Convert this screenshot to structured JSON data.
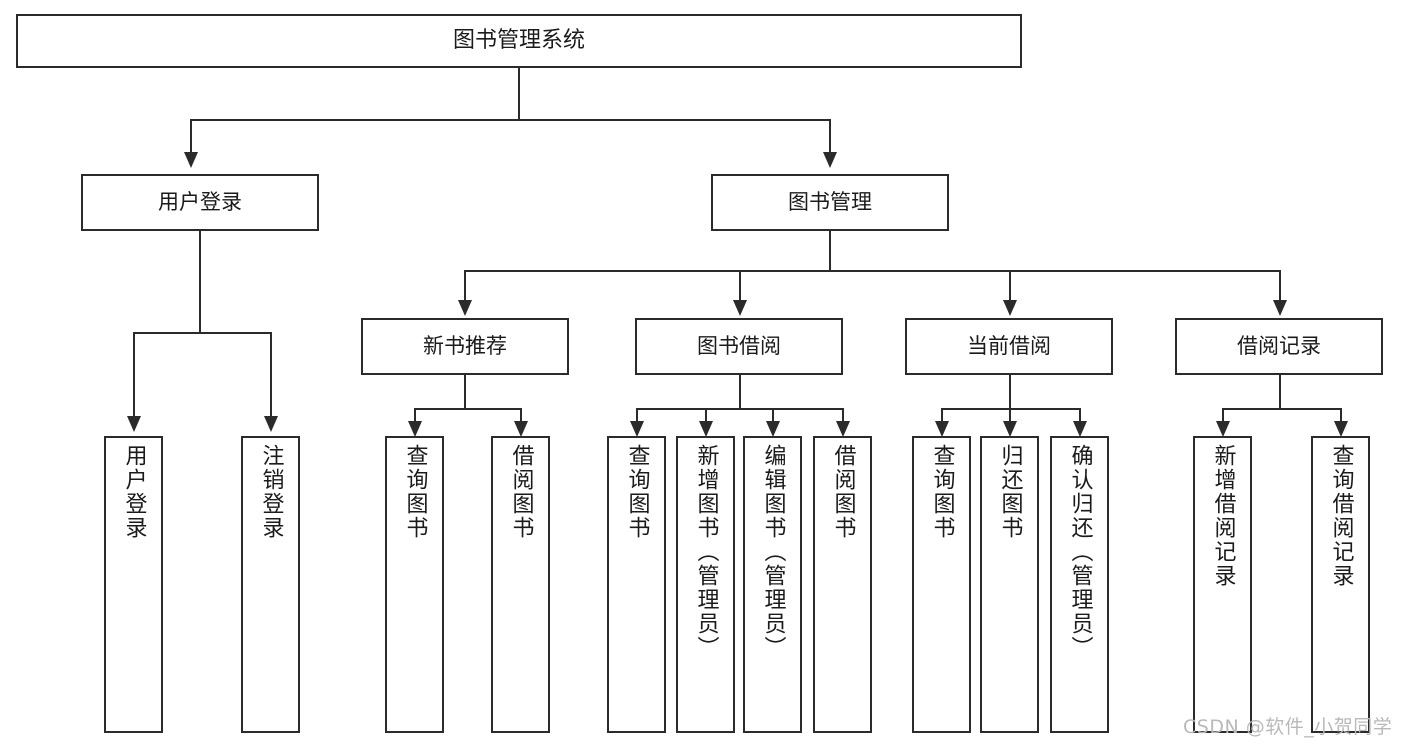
{
  "diagram": {
    "type": "tree-hierarchy-chart",
    "title": "图书管理系统",
    "colors": {
      "background": "#ffffff",
      "stroke": "#2b2b2b",
      "text": "#1b1b1b",
      "watermark": "#b9b9b9"
    },
    "root": {
      "label": "图书管理系统"
    },
    "level2": [
      {
        "label": "用户登录"
      },
      {
        "label": "图书管理"
      }
    ],
    "level3": [
      {
        "label": "新书推荐"
      },
      {
        "label": "图书借阅"
      },
      {
        "label": "当前借阅"
      },
      {
        "label": "借阅记录"
      }
    ],
    "leaves": {
      "user_login": [
        {
          "label": "用户登录"
        },
        {
          "label": "注销登录"
        }
      ],
      "new_book_recommend": [
        {
          "label": "查询图书"
        },
        {
          "label": "借阅图书"
        }
      ],
      "book_borrow": [
        {
          "label": "查询图书"
        },
        {
          "label": "新增图书（管理员）"
        },
        {
          "label": "编辑图书（管理员）"
        },
        {
          "label": "借阅图书"
        }
      ],
      "current_borrow": [
        {
          "label": "查询图书"
        },
        {
          "label": "归还图书"
        },
        {
          "label": "确认归还（管理员）"
        }
      ],
      "borrow_record": [
        {
          "label": "新增借阅记录"
        },
        {
          "label": "查询借阅记录"
        }
      ]
    }
  },
  "watermark": {
    "text": "CSDN @软件_小贺同学"
  }
}
